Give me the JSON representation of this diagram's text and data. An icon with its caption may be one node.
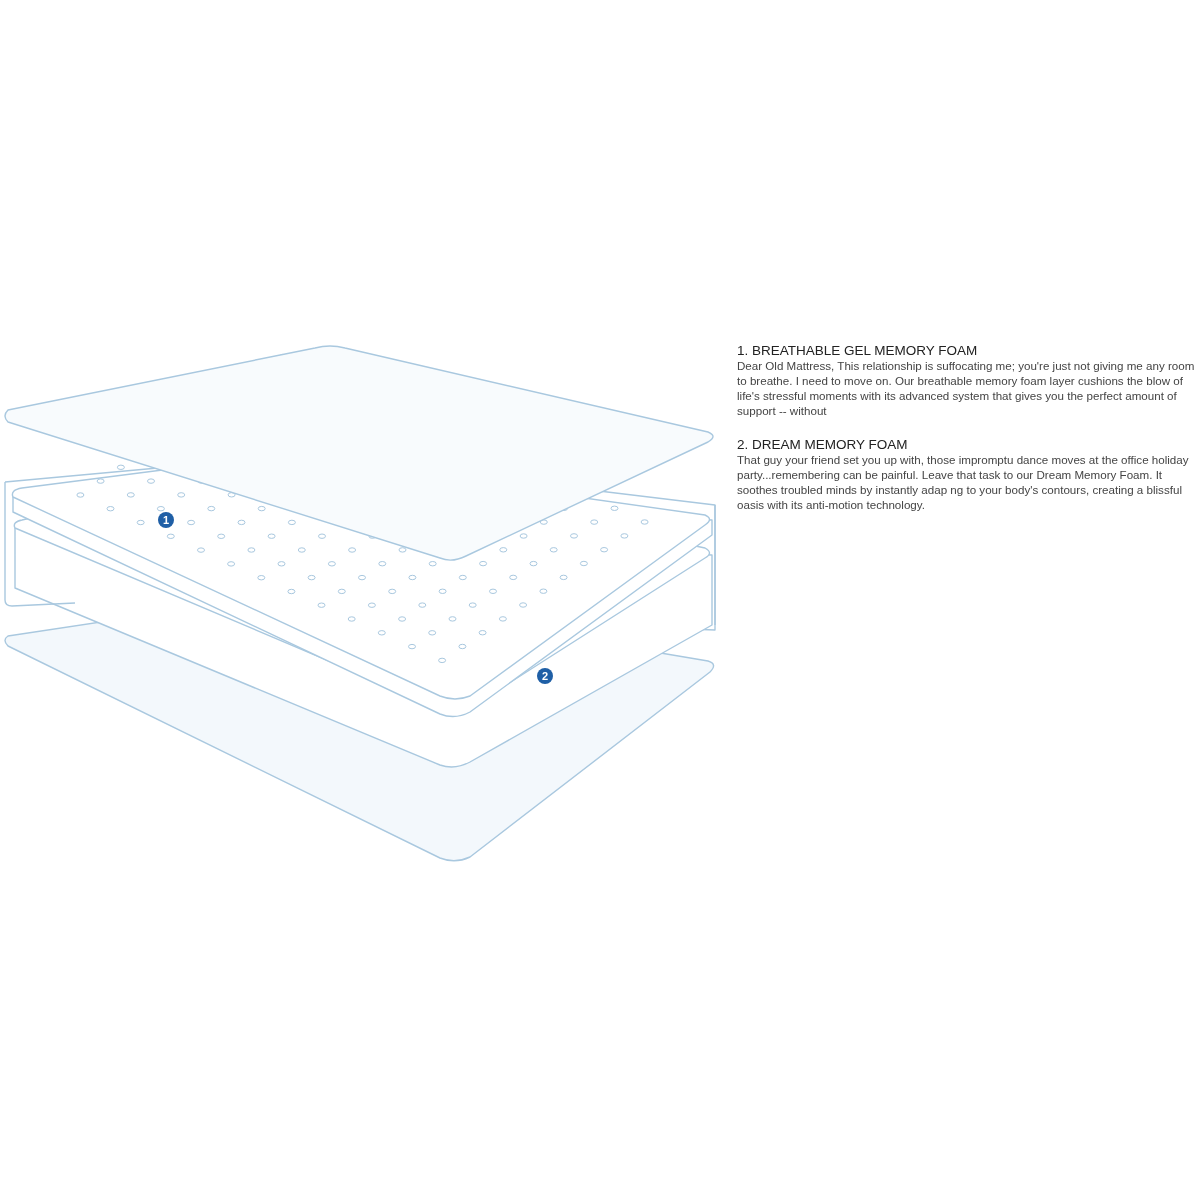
{
  "diagram": {
    "labels": [
      "1. BREATHABLE GEL MEMORY FOAM",
      "Dear Old Mattress, This relationship is suffocating me; you're just not giving me any room to breathe. I need to move on. Our breathable memory foam layer cushions the blow of life's stressful moments with its advanced system that gives you the perfect amount of support -- without",
      "2. DREAM MEMORY FOAM",
      "That guy your friend set you up with, those impromptu dance moves at the office holiday party...remembering can be painful. Leave that task to our Dream Memory Foam. It soothes troubled minds by instantly adap ng to your body's contours, creating a blissful oasis with its anti-motion technology.",
      "1",
      "2"
    ]
  }
}
